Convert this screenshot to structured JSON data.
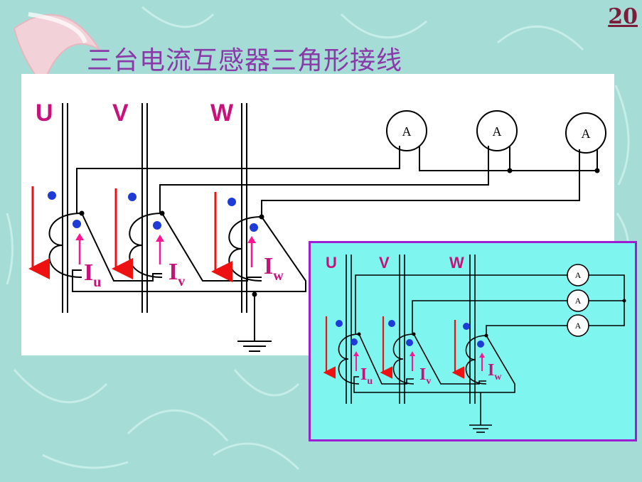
{
  "slide": {
    "page_number": "20",
    "title": "三台电流互感器三角形接线"
  },
  "main_diagram": {
    "phases": [
      "U",
      "V",
      "W"
    ],
    "meters": [
      "A",
      "A",
      "A"
    ],
    "currents": [
      {
        "symbol": "I",
        "sub": "u"
      },
      {
        "symbol": "I",
        "sub": "v"
      },
      {
        "symbol": "I",
        "sub": "w"
      }
    ]
  },
  "inset_diagram": {
    "phases": [
      "U",
      "V",
      "W"
    ],
    "meters": [
      "A",
      "A",
      "A"
    ],
    "currents": [
      {
        "symbol": "I",
        "sub": "u"
      },
      {
        "symbol": "I",
        "sub": "v"
      },
      {
        "symbol": "I",
        "sub": "w"
      }
    ]
  },
  "colors": {
    "background": "#a6dcd6",
    "title": "#8a3aa8",
    "phase_label": "#c8117a",
    "current_arrow": "#ff1493",
    "primary_arrow": "#ee1111",
    "polarity_dot": "#1f3bd6",
    "inset_background": "#7ff5ef",
    "inset_border": "#9b1fd0"
  }
}
